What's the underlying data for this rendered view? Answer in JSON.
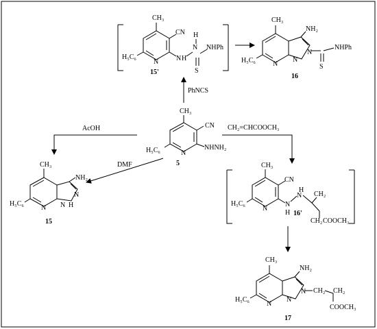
{
  "figure": {
    "reagents": {
      "phncs": "PhNCS",
      "acoh": "AcOH",
      "dmf": "DMF",
      "acrylate": "CH₂=CHCOOCH₃"
    },
    "compounds": {
      "c5": "5",
      "c15": "15",
      "c15p": "15'",
      "c16": "16",
      "c16p": "16'",
      "c17": "17"
    },
    "atoms": {
      "ch3": "CH₃",
      "cn": "CN",
      "h5c6": "H₅C₆",
      "n": "N",
      "h": "H",
      "nh2": "NH₂",
      "nhnh2": "NHNH₂",
      "nhph": "NHPh",
      "s": "S",
      "ch2": "CH₂",
      "cooch3": "COOCH₃"
    },
    "colors": {
      "line": "#000000",
      "background": "#ffffff"
    }
  }
}
